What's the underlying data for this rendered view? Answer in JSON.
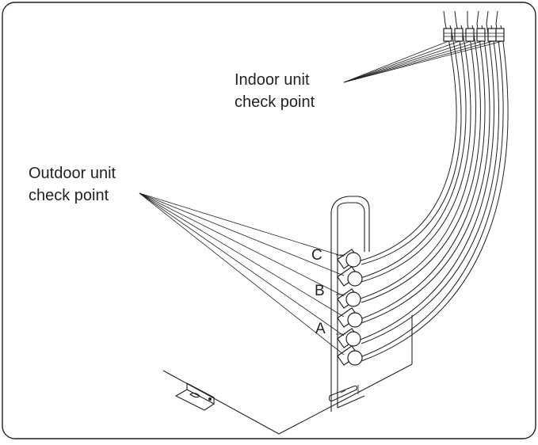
{
  "labels": {
    "indoor_line1": "Indoor unit",
    "indoor_line2": "check point",
    "outdoor_line1": "Outdoor unit",
    "outdoor_line2": "check point",
    "valve_c": "C",
    "valve_b": "B",
    "valve_a": "A"
  },
  "colors": {
    "ink": "#231f20",
    "background": "#ffffff"
  }
}
